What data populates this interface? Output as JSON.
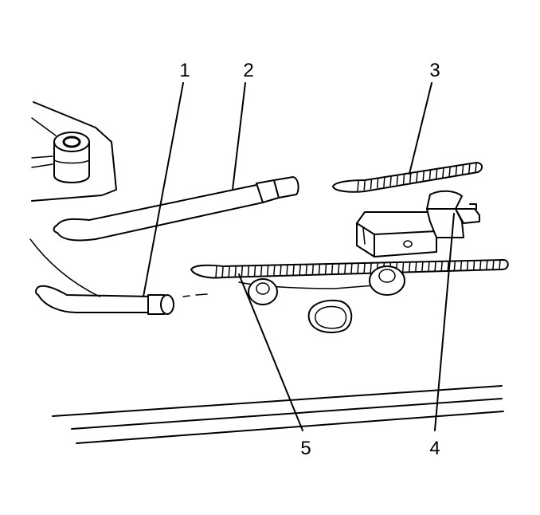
{
  "callouts": [
    {
      "id": "1",
      "text": "1"
    },
    {
      "id": "2",
      "text": "2"
    },
    {
      "id": "3",
      "text": "3"
    },
    {
      "id": "4",
      "text": "4"
    },
    {
      "id": "5",
      "text": "5"
    }
  ],
  "colors": {
    "ink": "#000000",
    "paper": "#ffffff"
  }
}
